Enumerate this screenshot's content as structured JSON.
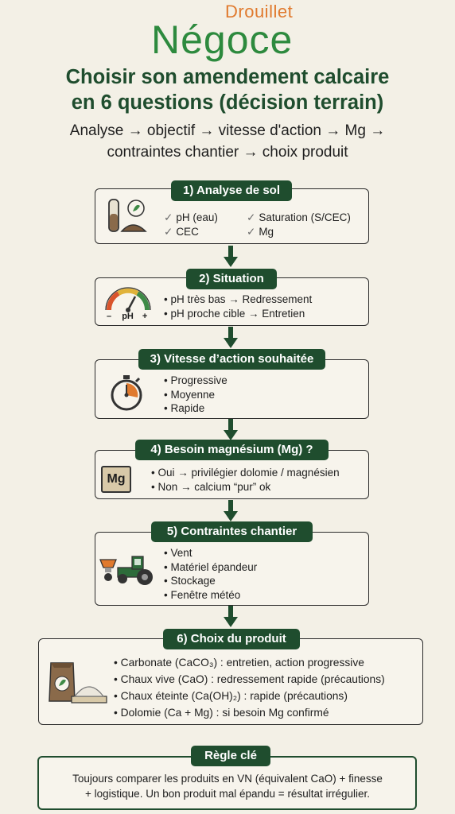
{
  "logo": {
    "top": "Drouillet",
    "main": "Négoce"
  },
  "title": [
    "Choisir son amendement calcaire",
    "en 6 questions (décision terrain)"
  ],
  "subtitle": [
    "Analyse → objectif → vitesse d'action → Mg →",
    "contraintes chantier → choix produit"
  ],
  "steps": [
    {
      "label": "1) Analyse de sol",
      "icon": "soil-sample-icon",
      "items": [
        "pH (eau)",
        "Saturation (S/CEC)",
        "CEC",
        "Mg"
      ]
    },
    {
      "label": "2) Situation",
      "icon": "ph-gauge-icon",
      "gauge_labels": [
        "–",
        "pH",
        "+"
      ],
      "items": [
        "pH très bas → Redressement",
        "pH proche cible → Entretien"
      ]
    },
    {
      "label": "3) Vitesse d’action souhaitée",
      "icon": "stopwatch-icon",
      "items": [
        "Progressive",
        "Moyenne",
        "Rapide"
      ]
    },
    {
      "label": "4) Besoin magnésium (Mg) ?",
      "icon": "magnesium-icon",
      "icon_text": "Mg",
      "items": [
        "Oui → privilégier dolomie / magnésien",
        "Non → calcium “pur” ok"
      ]
    },
    {
      "label": "5) Contraintes chantier",
      "icon": "tractor-spreader-icon",
      "items": [
        "Vent",
        "Matériel épandeur",
        "Stockage",
        "Fenêtre météo"
      ]
    },
    {
      "label": "6) Choix du produit",
      "icon": "product-bags-icon",
      "items": [
        "Carbonate (CaCO₃) : entretien, action progressive",
        "Chaux vive (CaO) : redressement rapide (précautions)",
        "Chaux éteinte (Ca(OH)₂) : rapide (précautions)",
        "Dolomie (Ca + Mg) : si besoin Mg confirmé"
      ]
    }
  ],
  "rule": {
    "label": "Règle clé",
    "lines": [
      "Toujours comparer les produits en VN (équivalent CaO) + finesse",
      "+ logistique. Un bon produit mal épandu = résultat irrégulier."
    ]
  },
  "colors": {
    "dark_green": "#1f4d2e",
    "brand_green": "#2d8a3e",
    "brand_orange": "#e07a2e",
    "background": "#f3f0e6"
  }
}
